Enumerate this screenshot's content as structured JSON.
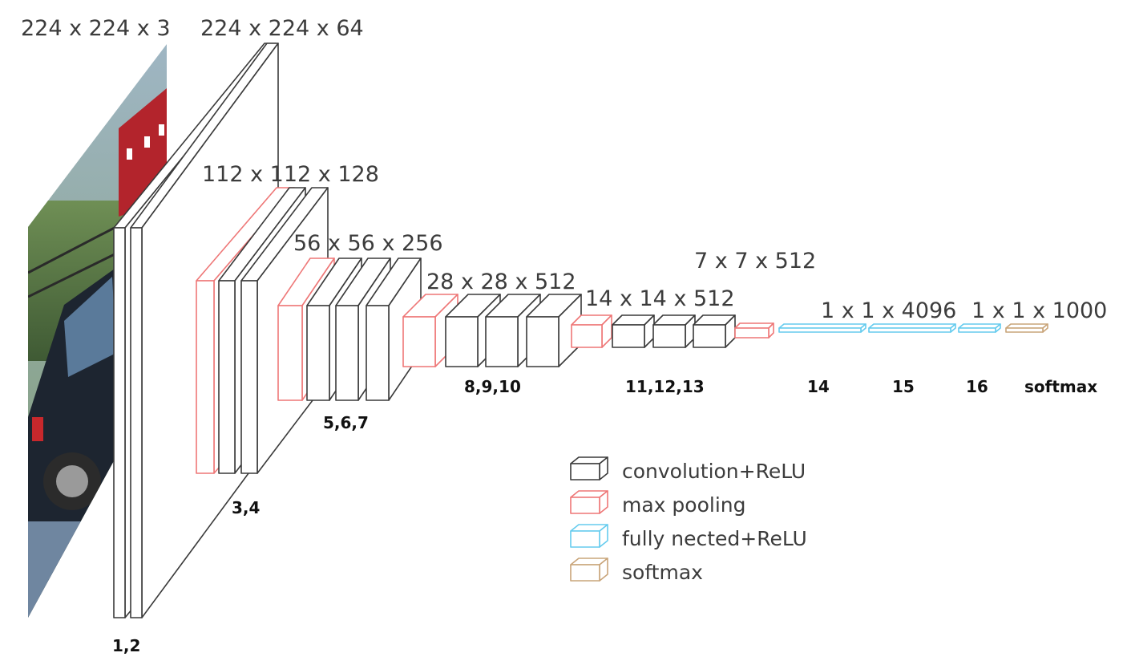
{
  "colors": {
    "convolution": "#3a3a3a",
    "max_pooling": "#ee7777",
    "fully_connected": "#66ccee",
    "softmax": "#c9a57a",
    "text": "#3c3c3c"
  },
  "dimension_labels": {
    "input": "224 x 224 x 3",
    "block1": "224 x 224 x 64",
    "block2": "112 x 112 x 128",
    "block3": "56 x 56 x 256",
    "block4": "28 x 28 x 512",
    "block5": "14 x 14 x 512",
    "pool5": "7 x 7 x 512",
    "fc": "1 x 1 x 4096",
    "output": "1 x 1 x 1000"
  },
  "layer_numbers": {
    "block1": "1,2",
    "block2": "3,4",
    "block3": "5,6,7",
    "block4": "8,9,10",
    "block5": "11,12,13",
    "fc14": "14",
    "fc15": "15",
    "fc16": "16",
    "softmax": "softmax"
  },
  "legend": [
    {
      "label": "convolution+ReLU",
      "color_key": "convolution",
      "icon": "cube-icon"
    },
    {
      "label": "max pooling",
      "color_key": "max_pooling",
      "icon": "cube-icon"
    },
    {
      "label": "fully nected+ReLU",
      "color_key": "fully_connected",
      "icon": "cube-icon"
    },
    {
      "label": "softmax",
      "color_key": "softmax",
      "icon": "cube-icon"
    }
  ]
}
